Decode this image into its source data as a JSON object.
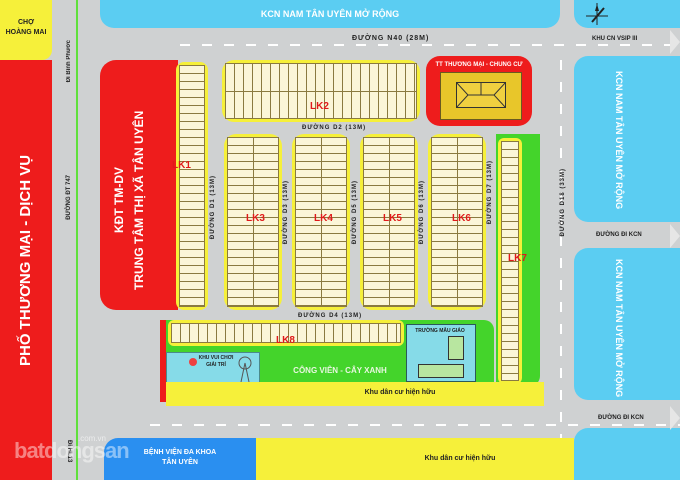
{
  "map": {
    "top_zone": "KCN NAM TÂN UYÊN MỞ RỘNG",
    "right_zone_upper": "KCN NAM TÂN UYÊN MỞ RỘNG",
    "right_zone_lower": "KCN NAM TÂN UYÊN MỞ RỘNG",
    "market": "CHỢ HOÀNG MAI",
    "market_line1": "CHỢ",
    "market_line2": "HOÀNG MAI",
    "left_strip": "PHỐ THƯƠNG MẠI - DỊCH VỤ",
    "urban_center_line1": "KĐT TM-DV",
    "urban_center_line2": "TRUNG TÂM THỊ XÃ TÂN UYÊN",
    "commercial": "TT THƯƠNG MẠI - CHUNG CƯ",
    "kindergarten": "TRƯỜNG MẪU GIÁO",
    "playground_line1": "KHU VUI CHƠI",
    "playground_line2": "GIẢI TRÍ",
    "park": "CÔNG VIÊN - CÂY XANH",
    "residential_1": "Khu dân cư hiện hữu",
    "residential_2": "Khu dân cư hiện hữu",
    "hospital_line1": "BỆNH VIỆN ĐA KHOA",
    "hospital_line2": "TÂN UYÊN",
    "vsip": "KHU CN VSIP III",
    "watermark": "batdongsan",
    "watermark_domain": ".com.vn"
  },
  "roads": {
    "n40": "ĐƯỜNG N40 (28M)",
    "dt747": "ĐƯỜNG ĐT 747",
    "di_binh_phuoc": "Đi Bình Phước",
    "di_hue_13": "Đi HL13",
    "d1": "ĐƯỜNG D1 (13M)",
    "d2": "ĐƯỜNG D2 (13M)",
    "d3": "ĐƯỜNG D3 (13M)",
    "d4": "ĐƯỜNG D4 (13M)",
    "d5": "ĐƯỜNG D5 (13M)",
    "d6": "ĐƯỜNG D6 (13M)",
    "d7": "ĐƯỜNG D7 (13M)",
    "d18": "ĐƯỜNG D18 (33M)",
    "kcn_1": "ĐƯỜNG ĐI KCN",
    "kcn_2": "ĐƯỜNG ĐI KCN"
  },
  "blocks": {
    "lk1": "LK1",
    "lk2": "LK2",
    "lk3": "LK3",
    "lk4": "LK4",
    "lk5": "LK5",
    "lk6": "LK6",
    "lk7": "LK7",
    "lk8": "LK8"
  },
  "colors": {
    "road": "#cfd1d2",
    "commercial_red": "#ee1c1c",
    "residential_yellow": "#f6f03a",
    "industrial_blue": "#5bcdf2",
    "park_green": "#44d42b",
    "lot_number_red": "#e01a1a"
  }
}
